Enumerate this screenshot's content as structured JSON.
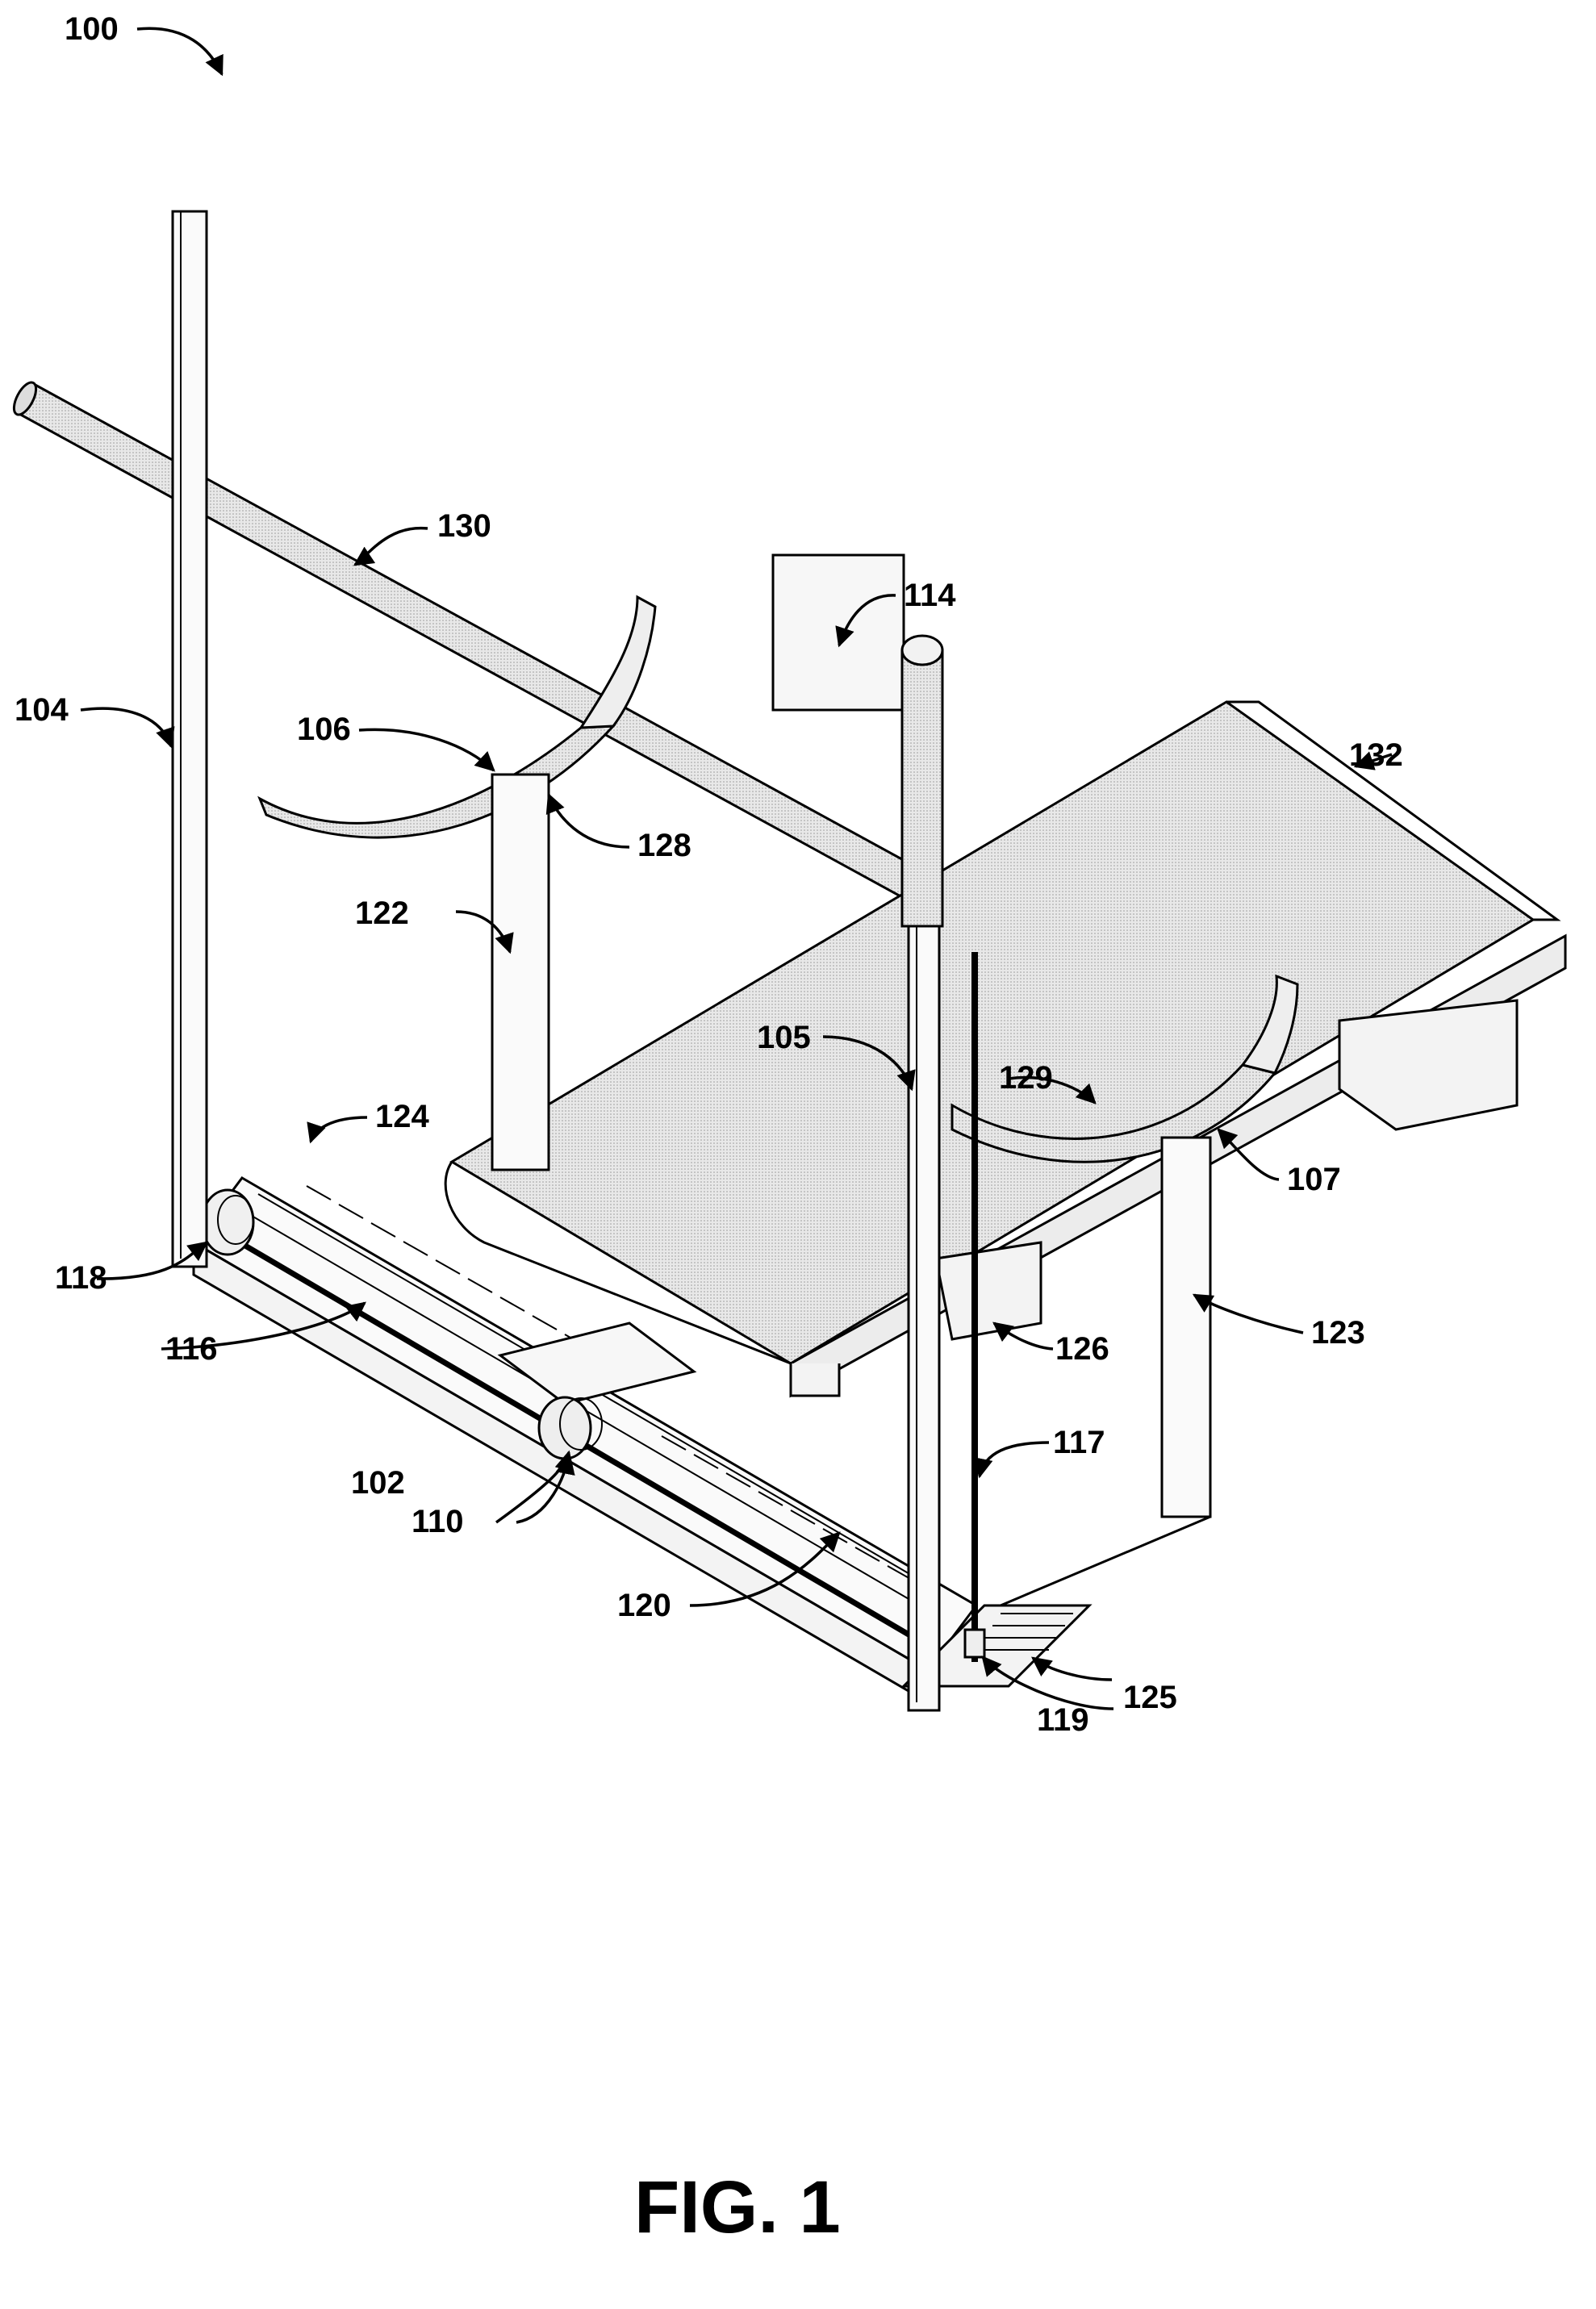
{
  "figure": {
    "caption": "FIG. 1",
    "overall_ref": "100"
  },
  "callouts": {
    "c102": "102",
    "c104": "104",
    "c105": "105",
    "c106": "106",
    "c107": "107",
    "c110": "110",
    "c114": "114",
    "c116": "116",
    "c117": "117",
    "c118": "118",
    "c119": "119",
    "c120": "120",
    "c122": "122",
    "c123": "123",
    "c124": "124",
    "c125": "125",
    "c126": "126",
    "c128": "128",
    "c129": "129",
    "c130": "130",
    "c132": "132"
  },
  "colors": {
    "line": "#000000",
    "shade": "#c8c8c8",
    "light": "#e6e6e6",
    "background": "#ffffff"
  }
}
